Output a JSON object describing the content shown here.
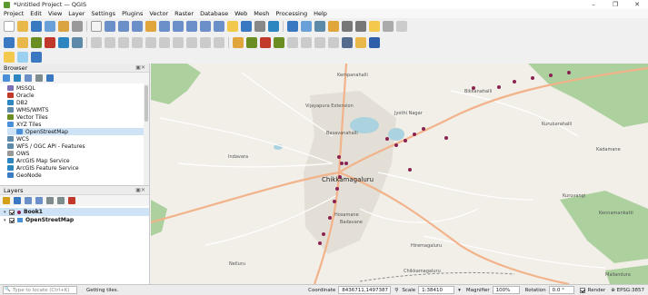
{
  "window": {
    "title": "*Untitled Project — QGIS",
    "controls": [
      "–",
      "❐",
      "✕"
    ]
  },
  "menu": [
    "Project",
    "Edit",
    "View",
    "Layer",
    "Settings",
    "Plugins",
    "Vector",
    "Raster",
    "Database",
    "Web",
    "Mesh",
    "Processing",
    "Help"
  ],
  "browser": {
    "title": "Browser",
    "items": [
      {
        "label": "MSSQL",
        "color": "#7b6fb5"
      },
      {
        "label": "Oracle",
        "color": "#c0392b"
      },
      {
        "label": "DB2",
        "color": "#2e86c1"
      },
      {
        "label": "WMS/WMTS",
        "color": "#5d8aa8"
      },
      {
        "label": "Vector Tiles",
        "color": "#6b8e23"
      },
      {
        "label": "XYZ Tiles",
        "color": "#4a90d9"
      },
      {
        "label": "OpenStreetMap",
        "color": "#4a90d9",
        "indent": true,
        "selected": true
      },
      {
        "label": "WCS",
        "color": "#5d8aa8"
      },
      {
        "label": "WFS / OGC API - Features",
        "color": "#5d8aa8"
      },
      {
        "label": "OWS",
        "color": "#999999"
      },
      {
        "label": "ArcGIS Map Service",
        "color": "#2e86c1"
      },
      {
        "label": "ArcGIS Feature Service",
        "color": "#2e86c1"
      },
      {
        "label": "GeoNode",
        "color": "#3b7dc4"
      }
    ]
  },
  "layers": {
    "title": "Layers",
    "items": [
      {
        "label": "Book1",
        "checked": true
      },
      {
        "label": "OpenStreetMap",
        "checked": true
      }
    ]
  },
  "map": {
    "places": [
      {
        "label": "Kempanahalli"
      },
      {
        "label": "Vijayapura Extension"
      },
      {
        "label": "Jyothi Nagar"
      },
      {
        "label": "Basavanahalli"
      },
      {
        "label": "Indavara"
      },
      {
        "label": "Chikkamagaluru"
      },
      {
        "label": "Hosamane"
      },
      {
        "label": "Badavane"
      },
      {
        "label": "Nelluru"
      },
      {
        "label": "Hiremagaluru"
      },
      {
        "label": "Bikkanahalli"
      },
      {
        "label": "Kurubarahalli"
      },
      {
        "label": "Kuruvangi"
      },
      {
        "label": "Kadamane"
      },
      {
        "label": "Mallandura"
      },
      {
        "label": "Kennamankatti"
      },
      {
        "label": "Chikkamagaluru"
      }
    ]
  },
  "status": {
    "locator_placeholder": "Type to locate (Ctrl+K)",
    "message": "Getting tiles.",
    "coordinate_label": "Coordinate",
    "coordinate_value": "8436711,1497387",
    "scale_label": "Scale",
    "scale_value": "1:38410",
    "magnifier_label": "Magnifier",
    "magnifier_value": "100%",
    "rotation_label": "Rotation",
    "rotation_value": "0.0 °",
    "render_label": "Render",
    "crs": "EPSG:3857"
  },
  "colors": {
    "primary_road": "#f2b38a",
    "water": "#aad3df",
    "forest": "#add19e",
    "point": "#8b2252"
  }
}
